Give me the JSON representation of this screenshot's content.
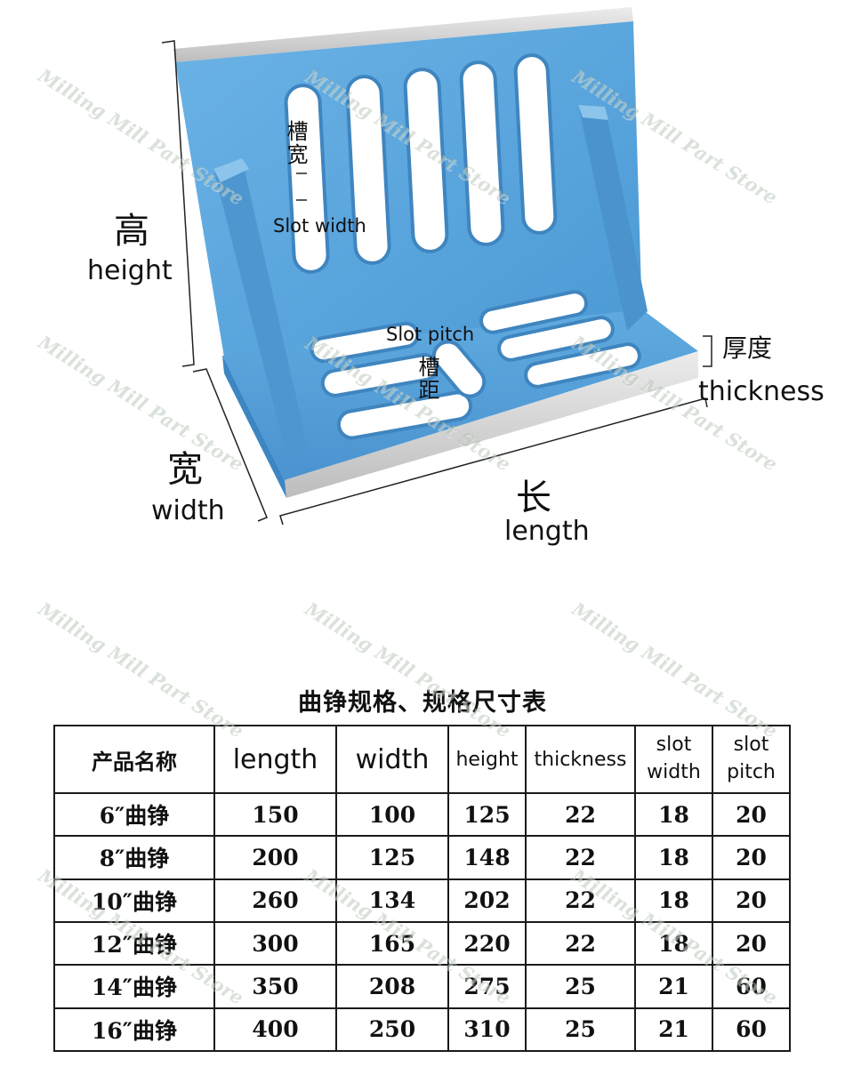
{
  "photo": {
    "labels": {
      "height_zh": "高",
      "height_en": "height",
      "width_zh": "宽",
      "width_en": "width",
      "length_zh": "长",
      "length_en": "length",
      "thickness_zh": "厚度",
      "thickness_en": "thickness",
      "slot_width_zh": "槽宽",
      "slot_width_en": "Slot width",
      "slot_pitch_zh": "槽距",
      "slot_pitch_en": "Slot pitch"
    },
    "colors": {
      "casting_blue": "#5aa6dc",
      "casting_dark": "#3d86c4",
      "machined_edge": "#d9d9d9"
    }
  },
  "watermark": "Milling Mill Part Store",
  "table": {
    "title": "曲铮规格、规格尺寸表",
    "headers": {
      "name": "产品名称",
      "length": "length",
      "width": "width",
      "height": "height",
      "thickness": "thickness",
      "slot_width_line1": "slot",
      "slot_width_line2": "width",
      "slot_pitch_line1": "slot",
      "slot_pitch_line2": "pitch"
    },
    "rows": [
      {
        "name": "6″曲铮",
        "length": "150",
        "width": "100",
        "height": "125",
        "thickness": "22",
        "slot_width": "18",
        "slot_pitch": "20"
      },
      {
        "name": "8″曲铮",
        "length": "200",
        "width": "125",
        "height": "148",
        "thickness": "22",
        "slot_width": "18",
        "slot_pitch": "20"
      },
      {
        "name": "10″曲铮",
        "length": "260",
        "width": "134",
        "height": "202",
        "thickness": "22",
        "slot_width": "18",
        "slot_pitch": "20"
      },
      {
        "name": "12″曲铮",
        "length": "300",
        "width": "165",
        "height": "220",
        "thickness": "22",
        "slot_width": "18",
        "slot_pitch": "20"
      },
      {
        "name": "14″曲铮",
        "length": "350",
        "width": "208",
        "height": "275",
        "thickness": "25",
        "slot_width": "21",
        "slot_pitch": "60"
      },
      {
        "name": "16″曲铮",
        "length": "400",
        "width": "250",
        "height": "310",
        "thickness": "25",
        "slot_width": "21",
        "slot_pitch": "60"
      }
    ]
  }
}
